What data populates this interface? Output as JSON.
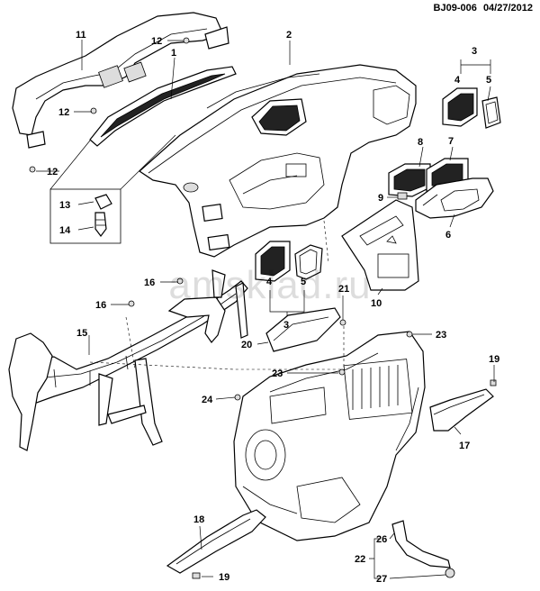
{
  "header": {
    "code": "BJ09-006",
    "date": "04/27/2012"
  },
  "watermark": "amsklad.ru",
  "callouts": {
    "c1": "1",
    "c2": "2",
    "c3a": "3",
    "c3b": "3",
    "c4a": "4",
    "c4b": "4",
    "c5a": "5",
    "c5b": "5",
    "c6": "6",
    "c7": "7",
    "c8": "8",
    "c9": "9",
    "c10": "10",
    "c11": "11",
    "c12a": "12",
    "c12b": "12",
    "c12c": "12",
    "c13": "13",
    "c14": "14",
    "c15": "15",
    "c16a": "16",
    "c16b": "16",
    "c17": "17",
    "c18": "18",
    "c19a": "19",
    "c19b": "19",
    "c20": "20",
    "c21": "21",
    "c22": "22",
    "c23a": "23",
    "c23b": "23",
    "c24": "24",
    "c26": "26",
    "c27": "27"
  }
}
